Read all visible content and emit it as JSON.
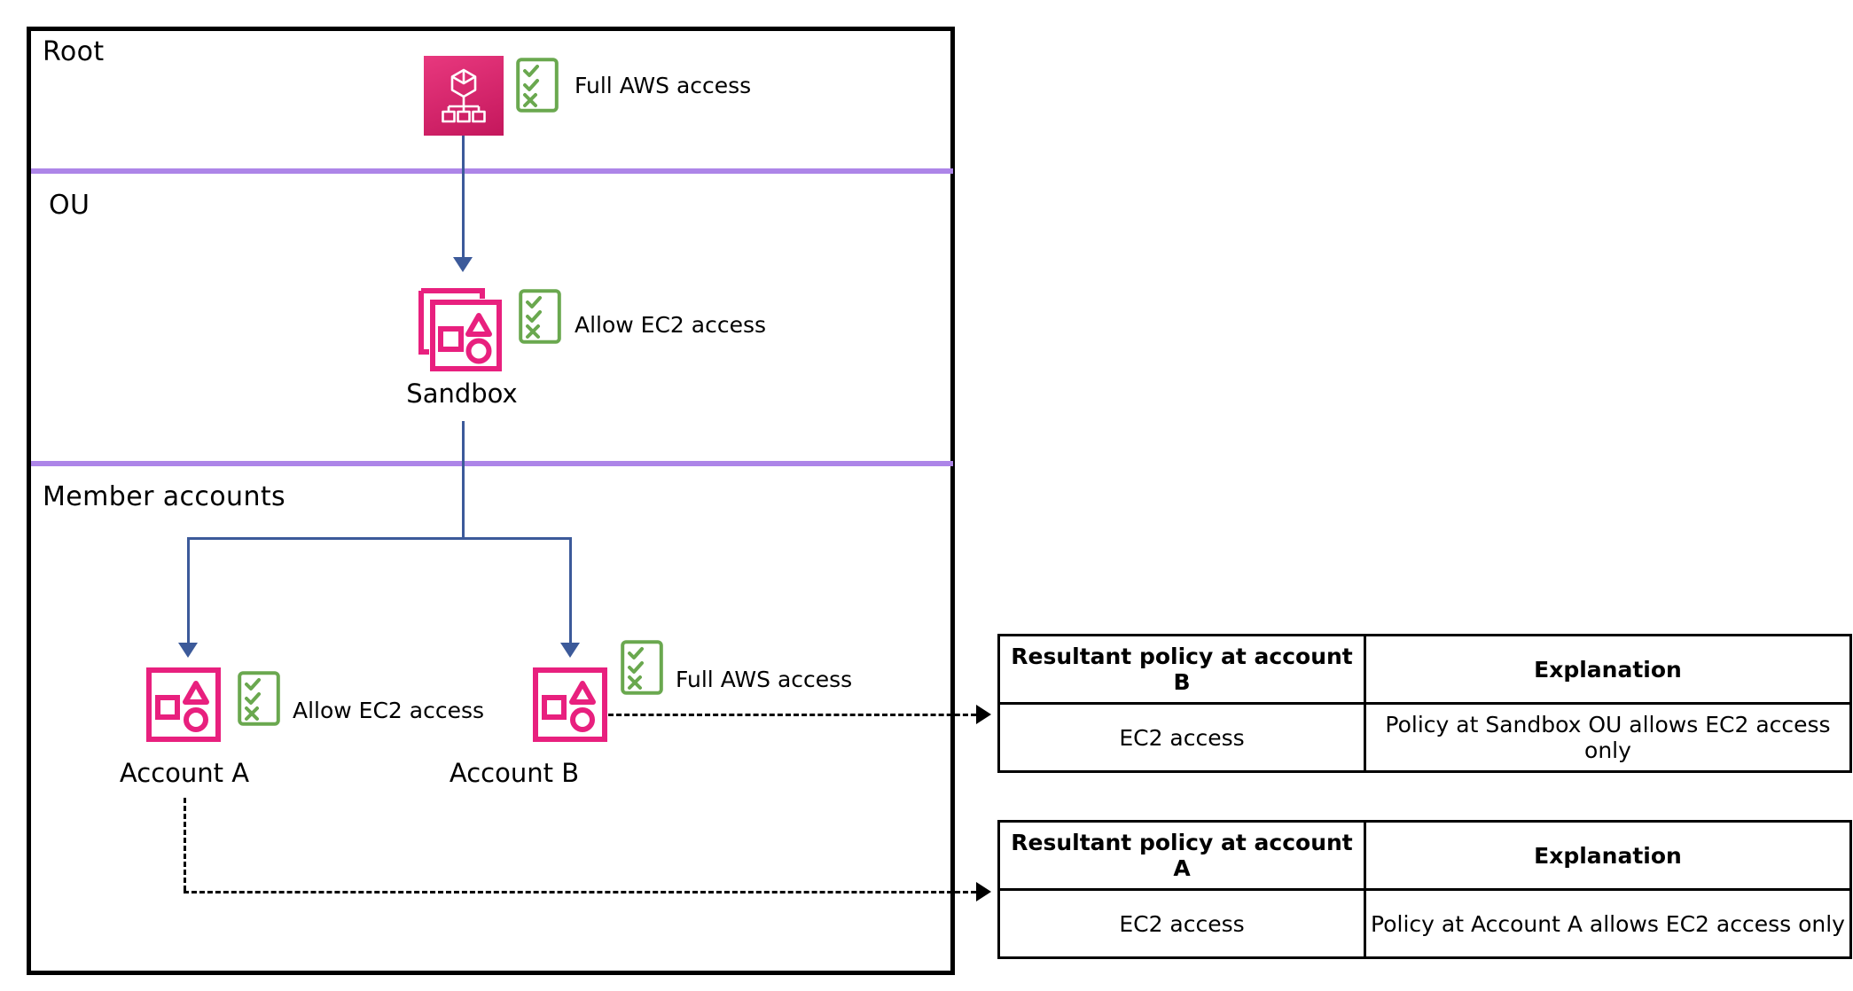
{
  "diagram": {
    "tiers": [
      {
        "id": "root",
        "label": "Root"
      },
      {
        "id": "ou",
        "label": "OU"
      },
      {
        "id": "member",
        "label": "Member accounts"
      }
    ],
    "nodes": [
      {
        "id": "root-node",
        "icon": "aws-organizations-icon",
        "label": "",
        "policy_label": "Full AWS access",
        "policy_icon": "policy-checklist-icon"
      },
      {
        "id": "sandbox-ou",
        "icon": "organizational-unit-icon",
        "label": "Sandbox",
        "policy_label": "Allow EC2 access",
        "policy_icon": "policy-checklist-icon"
      },
      {
        "id": "account-a",
        "icon": "aws-account-icon",
        "label": "Account A",
        "policy_label": "Allow EC2 access",
        "policy_icon": "policy-checklist-icon"
      },
      {
        "id": "account-b",
        "icon": "aws-account-icon",
        "label": "Account B",
        "policy_label": "Full AWS access",
        "policy_icon": "policy-checklist-icon"
      }
    ],
    "colors": {
      "frame_border": "#000000",
      "tier_divider": "#ad85e8",
      "connector": "#3c5a9a",
      "account_pink": "#e8207e",
      "root_gradient_start": "#e8387e",
      "root_gradient_end": "#c4175c",
      "policy_green": "#6aa84f",
      "callout_dashed": "#000000"
    }
  },
  "tables": [
    {
      "id": "table-account-b",
      "headers": [
        "Resultant policy at account B",
        "Explanation"
      ],
      "rows": [
        [
          "EC2 access",
          "Policy at Sandbox OU allows EC2 access only"
        ]
      ]
    },
    {
      "id": "table-account-a",
      "headers": [
        "Resultant policy at account A",
        "Explanation"
      ],
      "rows": [
        [
          "EC2 access",
          "Policy at Account A allows EC2 access only"
        ]
      ]
    }
  ]
}
